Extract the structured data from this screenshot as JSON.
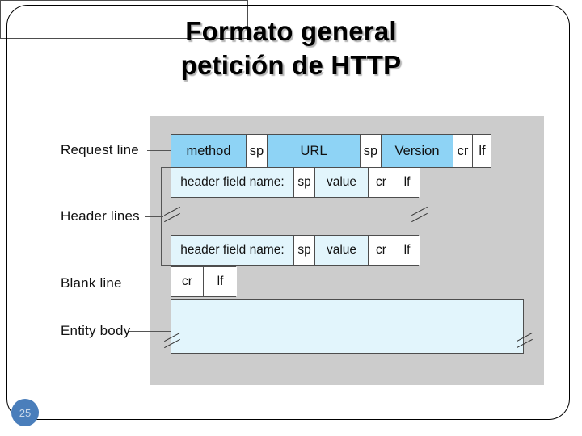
{
  "slide": {
    "title_line1": "Formato general",
    "title_line2": "petición de HTTP",
    "page_number": "25",
    "accent_color": "#4a7ebb",
    "panel_color": "#cccccc",
    "request_line_fill": "#8ed3f5",
    "header_fill": "#e2f5fc",
    "separator_fill": "#ffffff"
  },
  "labels": {
    "request_line": "Request line",
    "header_lines": "Header lines",
    "blank_line": "Blank line",
    "entity_body": "Entity body"
  },
  "diagram": {
    "request_line": {
      "cells": [
        {
          "text": "method",
          "fill": "blue-dark",
          "width": 93
        },
        {
          "text": "sp",
          "fill": "white",
          "width": 26
        },
        {
          "text": "URL",
          "fill": "blue-dark",
          "width": 115
        },
        {
          "text": "sp",
          "fill": "white",
          "width": 26
        },
        {
          "text": "Version",
          "fill": "blue-dark",
          "width": 89
        },
        {
          "text": "cr",
          "fill": "white",
          "width": 24
        },
        {
          "text": "lf",
          "fill": "white",
          "width": 23
        }
      ]
    },
    "header_line_1": {
      "cells": [
        {
          "text": "header field name:",
          "fill": "blue-light",
          "width": 152
        },
        {
          "text": "sp",
          "fill": "white",
          "width": 26
        },
        {
          "text": "value",
          "fill": "blue-light",
          "width": 66
        },
        {
          "text": "cr",
          "fill": "white",
          "width": 32
        },
        {
          "text": "lf",
          "fill": "white",
          "width": 31
        }
      ]
    },
    "header_line_2": {
      "cells": [
        {
          "text": "header field name:",
          "fill": "blue-light",
          "width": 152
        },
        {
          "text": "sp",
          "fill": "white",
          "width": 26
        },
        {
          "text": "value",
          "fill": "blue-light",
          "width": 66
        },
        {
          "text": "cr",
          "fill": "white",
          "width": 32
        },
        {
          "text": "lf",
          "fill": "white",
          "width": 31
        }
      ]
    },
    "blank_line": {
      "cells": [
        {
          "text": "cr",
          "fill": "white",
          "width": 40
        },
        {
          "text": "lf",
          "fill": "white",
          "width": 41
        }
      ]
    },
    "entity_body": {
      "text": ""
    }
  }
}
